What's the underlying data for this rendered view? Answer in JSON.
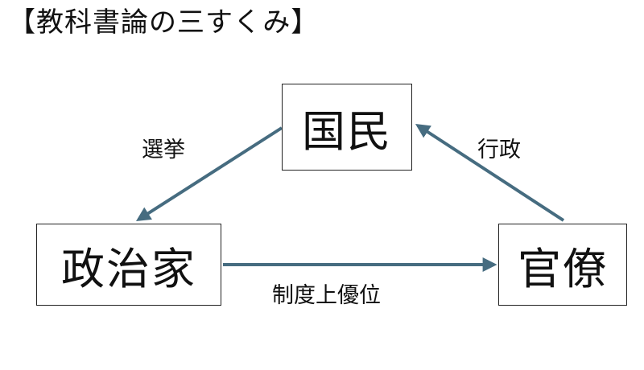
{
  "title": "【教科書論の三すくみ】",
  "nodes": {
    "kokumin": "国民",
    "seijika": "政治家",
    "kanryo": "官僚"
  },
  "edges": {
    "senkyo": "選挙",
    "gyosei": "行政",
    "seido": "制度上優位"
  },
  "colors": {
    "arrow": "#466c80",
    "border": "#222222",
    "text": "#111111",
    "background": "#ffffff"
  }
}
